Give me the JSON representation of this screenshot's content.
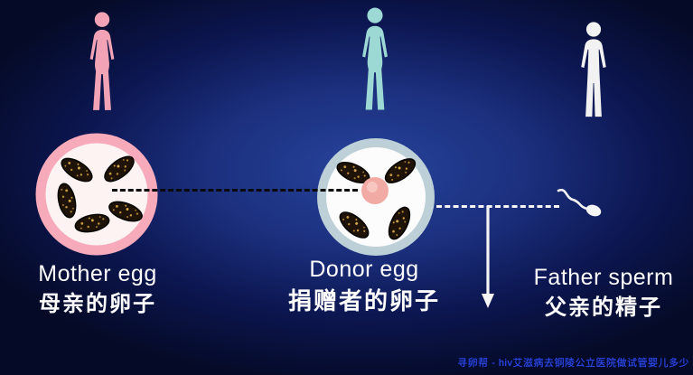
{
  "diagram_title": "egg-donation-nucleus-transfer-diagram",
  "labels": {
    "mother": {
      "en": "Mother egg",
      "zh": "母亲的卵子"
    },
    "donor": {
      "en": "Donor egg",
      "zh": "捐赠者的卵子"
    },
    "father": {
      "en": "Father sperm",
      "zh": "父亲的精子"
    }
  },
  "icons": {
    "mother_figure": "female-silhouette-icon",
    "donor_figure": "female-silhouette-icon",
    "father_figure": "male-silhouette-icon",
    "mother_egg": "egg-with-mitochondria-icon",
    "donor_egg": "egg-with-nucleus-icon",
    "sperm": "sperm-icon",
    "nucleus_transfer_line": "black-dashed-line",
    "sperm_path_line": "white-dashed-line",
    "fertilization_arrow": "down-arrow-icon"
  },
  "colors": {
    "background_center": "#27449c",
    "background_edge": "#050a26",
    "mother_pink": "#f2a3b6",
    "donor_teal": "#9cd9d5",
    "father_white": "#f2f2f2",
    "mother_egg_border": "#f6aaba",
    "mother_egg_fill": "#fdf3f3",
    "donor_egg_border": "#bdd0d8",
    "donor_egg_fill": "#fcfcfc",
    "nucleus_pink": "#f2aaa4",
    "label_text": "#ffffff",
    "watermark_blue": "#2d4bf0"
  },
  "watermark": {
    "text": "寻卵帮 - hiv艾滋病去铜陵公立医院做试管婴儿多少"
  }
}
